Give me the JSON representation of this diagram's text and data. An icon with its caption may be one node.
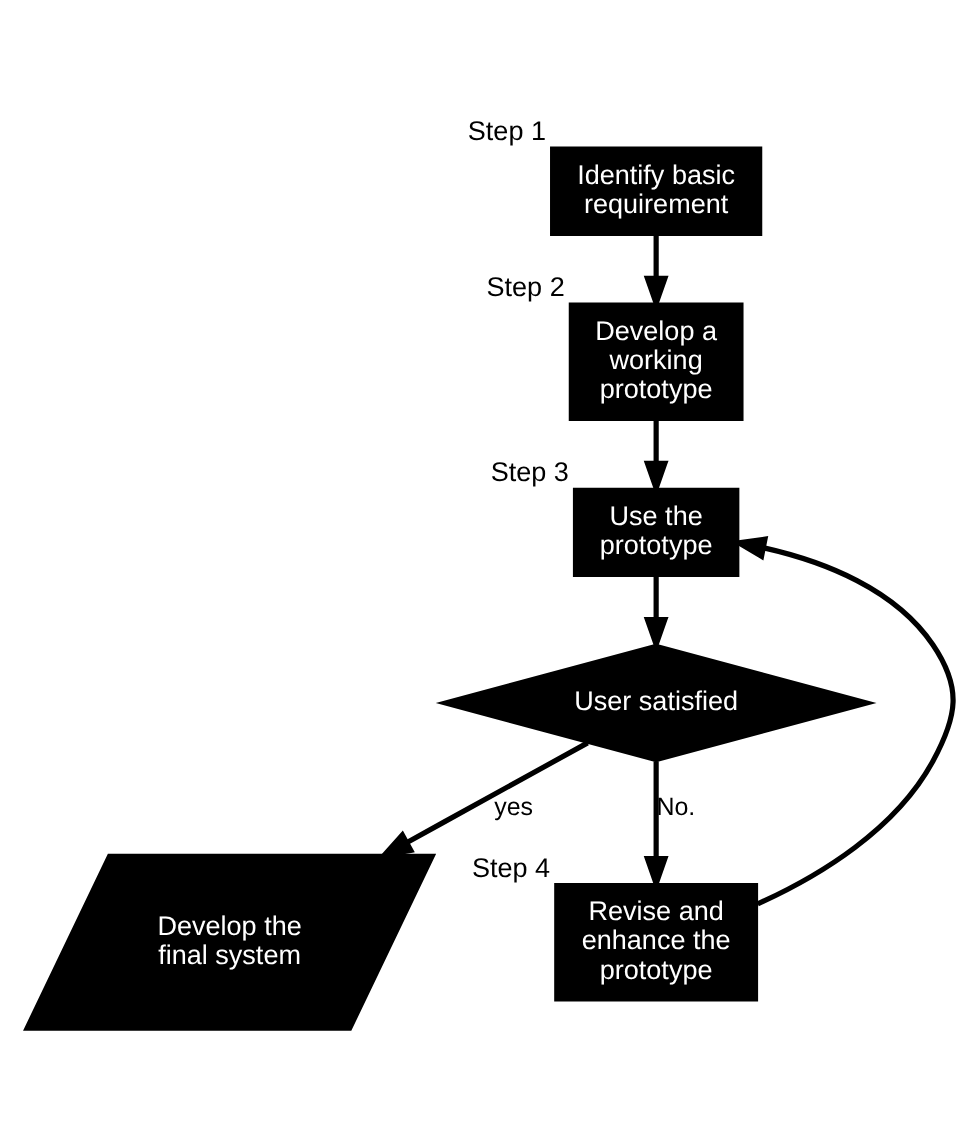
{
  "diagram": {
    "nodes": [
      {
        "text": [
          "Identify basic requirement"
        ],
        "beside": [
          "Step 1"
        ]
      },
      {
        "text": [
          "Develop a working prototype"
        ],
        "beside": [
          "Step 2"
        ]
      },
      {
        "text": [
          "Use the prototype"
        ],
        "beside": [
          "Step 3"
        ]
      },
      {
        "text": [
          "User satisfied"
        ]
      },
      {
        "text": [
          "Develop the final system"
        ]
      },
      {
        "text": [
          "Revise and enhance the prototype"
        ],
        "beside": [
          "Step 4"
        ]
      }
    ],
    "edges": [
      {
        "from": 0,
        "to": 1,
        "arrow": "to"
      },
      {
        "from": 1,
        "to": 2,
        "arrow": "to"
      },
      {
        "from": 2,
        "to": 3,
        "arrow": "to"
      },
      {
        "from": 3,
        "to": 4,
        "arrow": "to",
        "label": "yes"
      },
      {
        "from": 3,
        "to": 5,
        "arrow": "to",
        "label": "No."
      },
      {
        "from": 5,
        "to": 2,
        "arrow": "to"
      }
    ]
  }
}
